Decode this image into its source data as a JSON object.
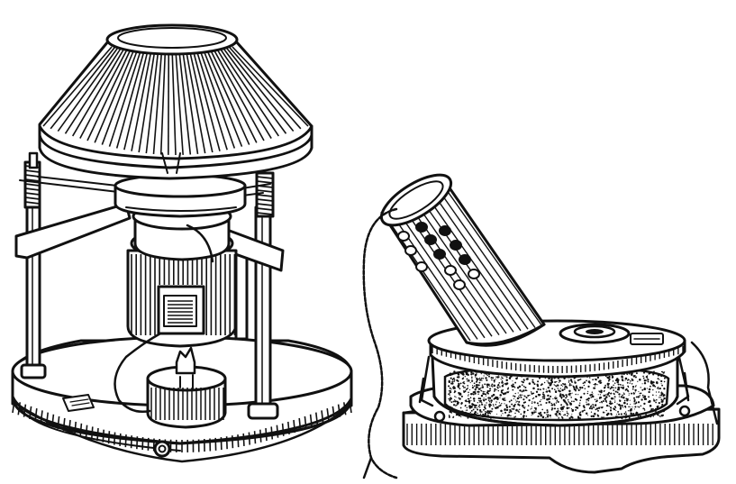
{
  "scene": {
    "style": "black ink engraving, white background",
    "ink_color": "#111111",
    "paper_color": "#ffffff",
    "objects": [
      {
        "id": "apparatus-left",
        "icon": "conical-drum-on-three-legged-stand-icon"
      },
      {
        "id": "apparatus-right",
        "icon": "tilted-perforated-cylinder-on-base-icon"
      }
    ]
  }
}
